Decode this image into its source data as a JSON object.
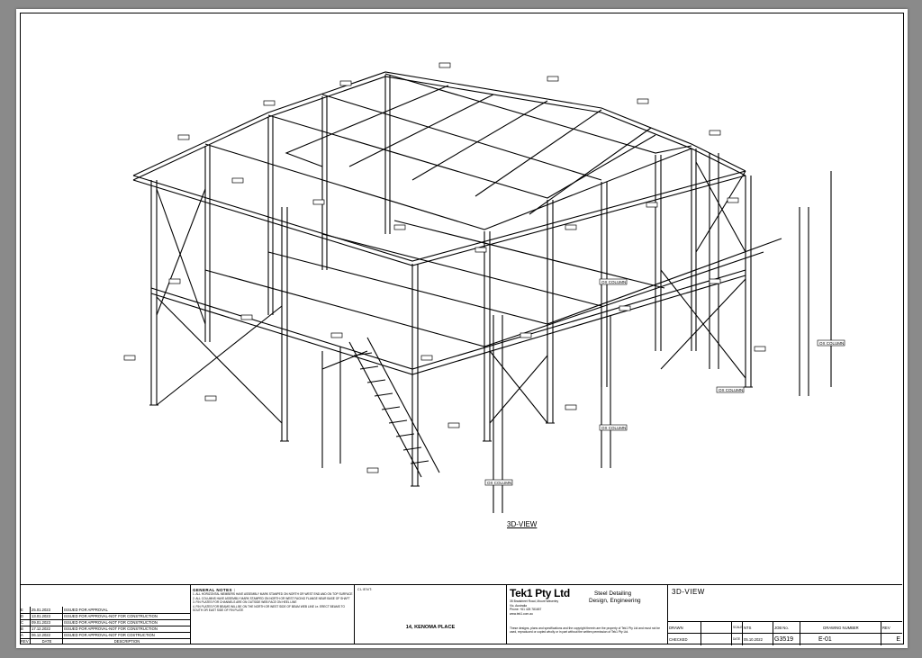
{
  "view_label": "3D-VIEW",
  "column_labels": [
    "OX COLUMN",
    "OX COLUMN",
    "OX COLUMN",
    "OX COLUMN",
    "OX COLUMN"
  ],
  "revisions": {
    "header": {
      "rev": "REV",
      "date": "DATE",
      "description": "DESCRIPTION"
    },
    "rows": [
      {
        "rev": "E",
        "date": "25.01.2023",
        "description": "ISSUED FOR APPROVAL"
      },
      {
        "rev": "D",
        "date": "13.01.2023",
        "description": "ISSUED FOR APPROVAL-NOT FOR CONSTRUCTION"
      },
      {
        "rev": "C",
        "date": "09.01.2023",
        "description": "ISSUED FOR APPROVAL-NOT FOR CONSTRUCTION"
      },
      {
        "rev": "B",
        "date": "17.12.2022",
        "description": "ISSUED FOR APPROVAL-NOT FOR CONSTRUCTION"
      },
      {
        "rev": "A",
        "date": "06.12.2022",
        "description": "ISSUED FOR APPROVAL-NOT FOR COSTRUCTION"
      }
    ]
  },
  "general_notes": {
    "heading": "GENERAL NOTES :",
    "items": [
      "1. ALL HORIZONTAL MEMBERS HAVE ASSEMBLY MARK STAMPED ON NORTH OR WEST END AND ON TOP SURFACE",
      "2. ALL COLUMNS HAVE ASSEMBLY MARK STAMPED ON NORTH OR WEST FACING FLANGE NEAR BASE OF SHAFT",
      "3. FIN PLATES FOR CHANNELS ARE ON OUTSIDE WEB FACE ON HEEL LINE",
      "4. FIN PLATES FOR BEAMS WILL BE ON THE NORTH OR WEST SIDE OF BEAM WEB LINE i.e. ERECT BEAMS TO SOUTH OR EAST SIDE OF FIN PLATE"
    ]
  },
  "client": {
    "heading": "CLIENT:",
    "name": "14, KENOMA PLACE"
  },
  "company": {
    "name": "Tek1 Pty Ltd",
    "tagline_1": "Steel Detailing",
    "tagline_2": "Design, Engineering",
    "address_1": "35 Bradstreet Road, Mount Waverley",
    "address_2": "Vic, Australia",
    "phone": "Phone: +61 425 781657",
    "web": "www.tek1.com.au",
    "disclaimer": "These designs, plans and specifications and the copyright therein are the property of Tek1 Pty Ltd and must not be used, reproduced or copied wholly or in part without the written permission of Tek1 Pty Ltd."
  },
  "sheet": {
    "title": "3D-VIEW",
    "drawn_label": "DRAWN",
    "checked_label": "CHECKED",
    "scale_label": "SCALE",
    "scale_value": "NTS",
    "date_label": "DATE",
    "date_value": "05.10.2022",
    "job_no_label": "JOB No.",
    "job_no": "G3519",
    "drawing_number_label": "DRAWING NUMBER",
    "drawing_number": "E-01",
    "rev_label": "REV",
    "rev_value": "E"
  },
  "colors": {
    "background": "#8a8a8a",
    "paper": "#ffffff",
    "ink": "#000000"
  }
}
